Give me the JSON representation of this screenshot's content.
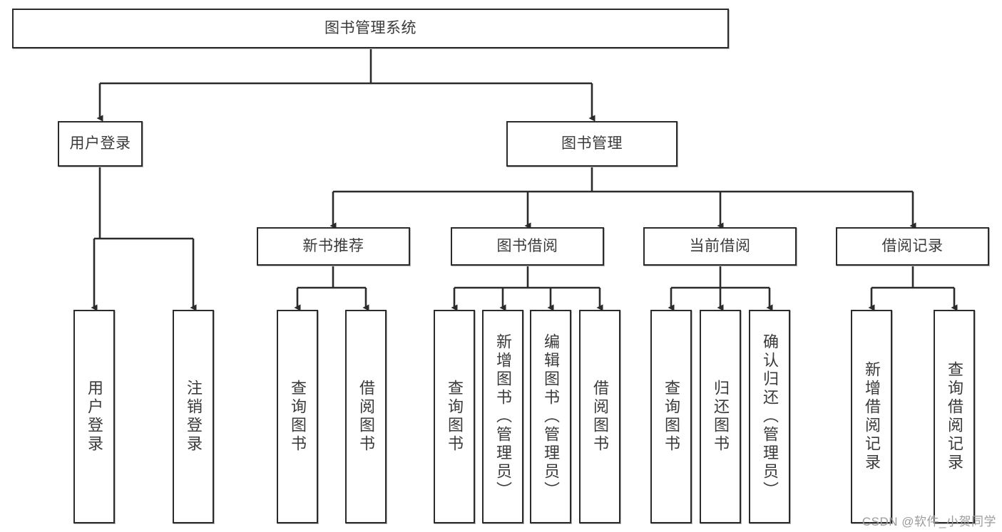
{
  "diagram": {
    "type": "tree-hierarchy-chart",
    "title": "图书管理系统",
    "colors": {
      "box_border": "#2b2b2b",
      "box_fill": "#ffffff",
      "connector": "#2b2b2b",
      "text": "#3a3a3a",
      "watermark": "#9c9c9c",
      "background": "#ffffff"
    },
    "nodes": {
      "root": {
        "label": "图书管理系统"
      },
      "level2": [
        {
          "label": "用户登录"
        },
        {
          "label": "图书管理"
        }
      ],
      "level3": [
        {
          "label": "新书推荐"
        },
        {
          "label": "图书借阅"
        },
        {
          "label": "当前借阅"
        },
        {
          "label": "借阅记录"
        }
      ],
      "leaves": {
        "user_login": [
          {
            "label": "用户登录"
          },
          {
            "label": "注销登录"
          }
        ],
        "new_book_recommend": [
          {
            "label": "查询图书"
          },
          {
            "label": "借阅图书"
          }
        ],
        "book_borrow": [
          {
            "label": "查询图书"
          },
          {
            "label": "新增图书（管理员）"
          },
          {
            "label": "编辑图书（管理员）"
          },
          {
            "label": "借阅图书"
          }
        ],
        "current_borrow": [
          {
            "label": "查询图书"
          },
          {
            "label": "归还图书"
          },
          {
            "label": "确认归还（管理员）"
          }
        ],
        "borrow_record": [
          {
            "label": "新增借阅记录"
          },
          {
            "label": "查询借阅记录"
          }
        ]
      }
    },
    "watermark": "CSDN @软件_小贺同学"
  }
}
